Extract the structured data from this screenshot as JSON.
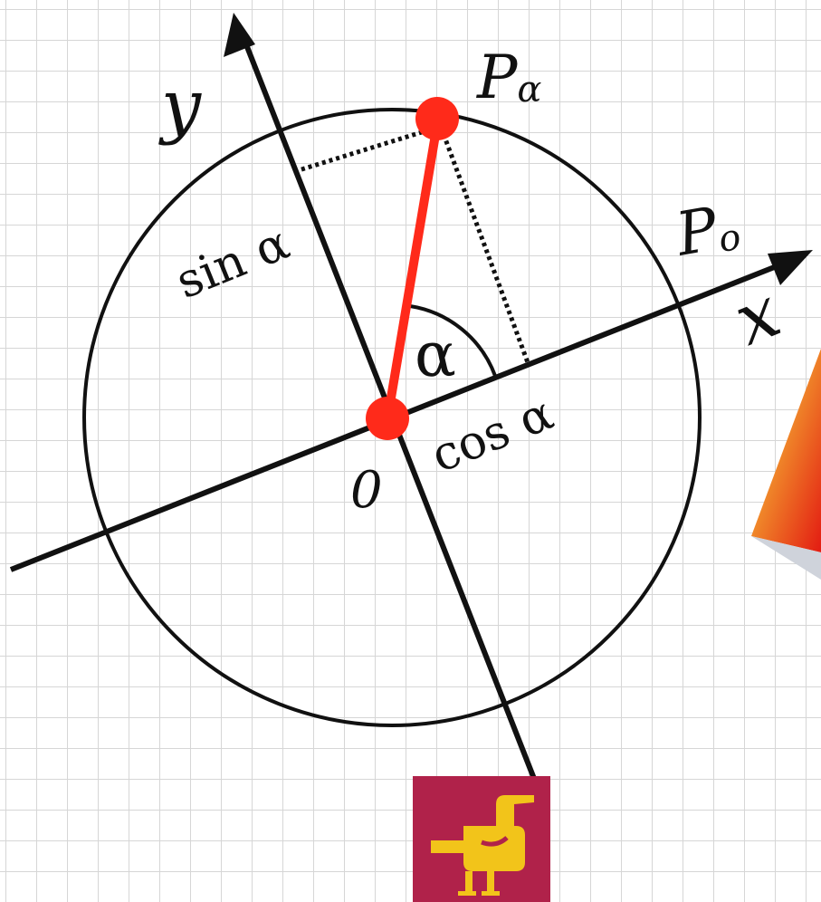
{
  "labels": {
    "x_axis": "x",
    "y_axis": "y",
    "origin": "0",
    "point_alpha_base": "P",
    "point_alpha_sub": "α",
    "point_zero_base": "P",
    "point_zero_sub": "o",
    "angle": "α",
    "sin": "sin α",
    "cos": "cos α"
  },
  "colors": {
    "radius": "#ff2a1a",
    "point": "#ff2a1a",
    "lines": "#111111",
    "grid": "#d6d6d6",
    "logo_bg": "#b0224a",
    "logo_fg": "#f2c41a"
  },
  "icons": {
    "logo": "bird-logo-icon",
    "corner_shape": "red-cone-icon"
  }
}
